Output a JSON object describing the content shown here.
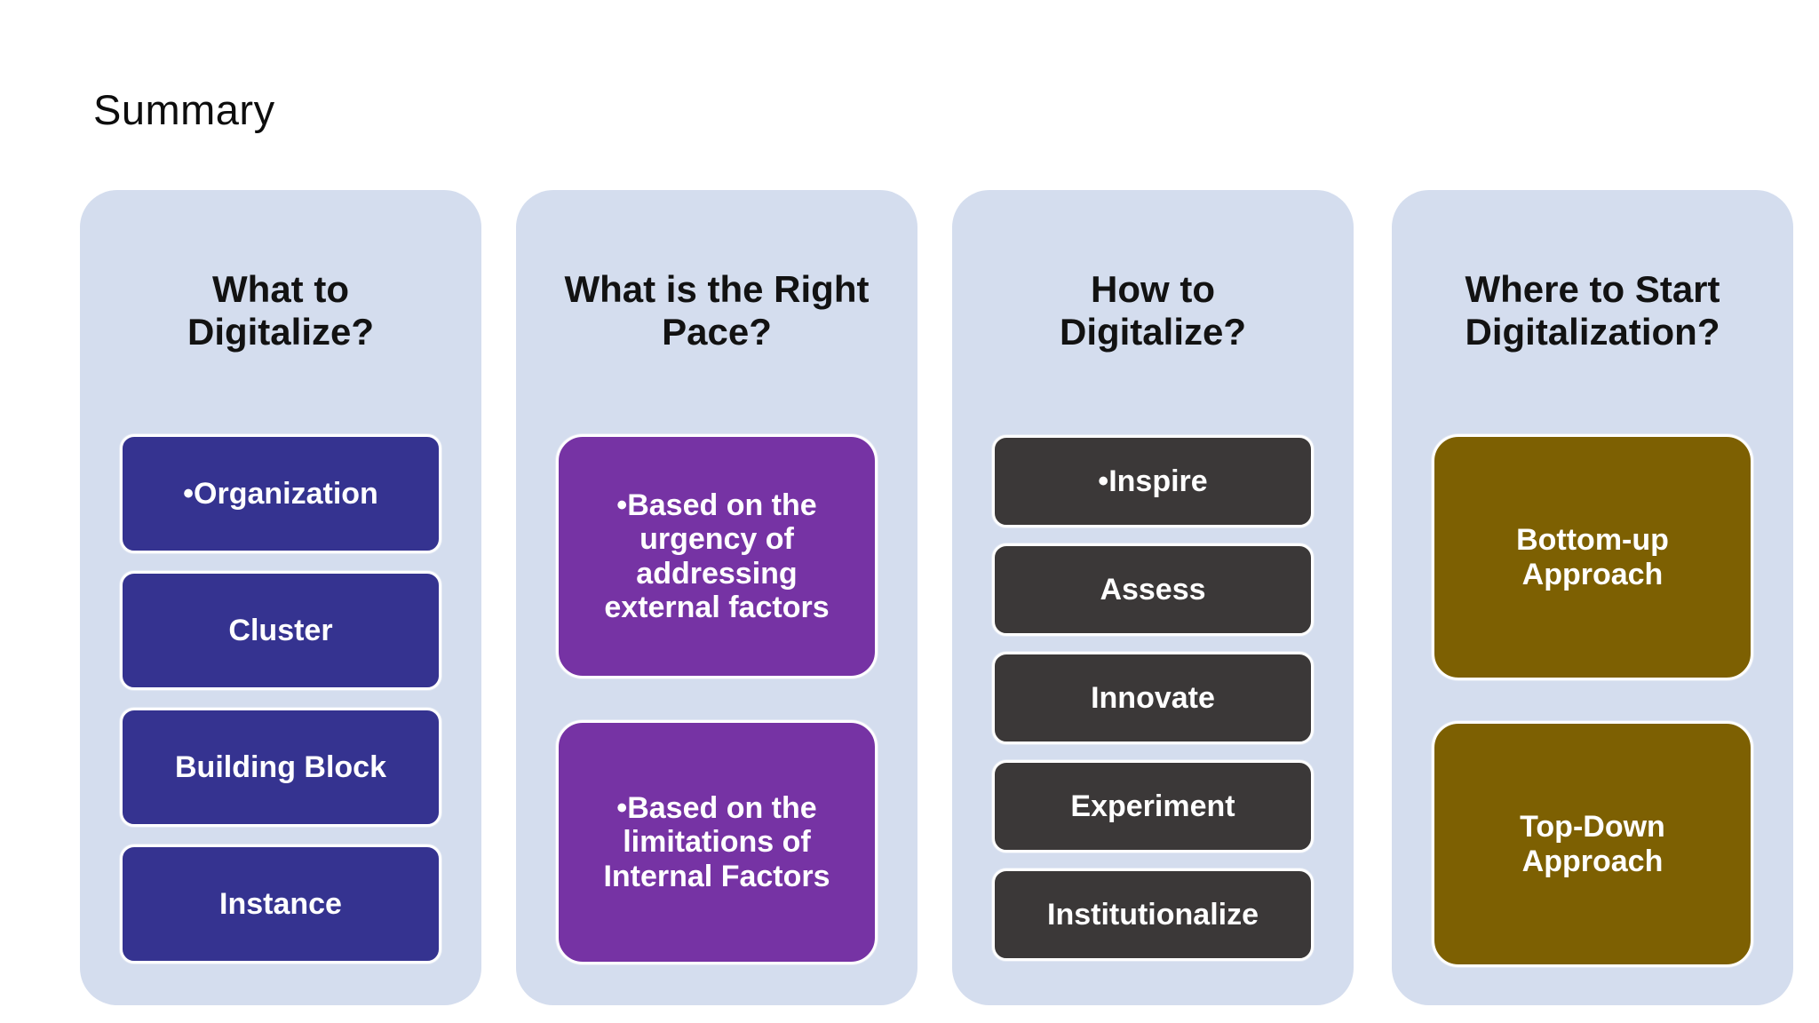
{
  "slide": {
    "title": "Summary",
    "colors": {
      "page_background": "#FFFFFF",
      "column_background": "#D4DDEE",
      "header_text": "#121212",
      "box_text": "#FFFFFF",
      "box_border": "#FFFFFF",
      "col1_box_fill": "#353390",
      "col2_box_fill": "#7633A4",
      "col3_box_fill": "#3B3838",
      "col4_box_fill": "#7D6002"
    },
    "columns": [
      {
        "id": "what-to-digitalize",
        "header": "What to\nDigitalize?",
        "boxes": [
          "•Organization",
          "Cluster",
          "Building Block",
          "Instance"
        ]
      },
      {
        "id": "what-is-the-right-pace",
        "header": "What is the Right\nPace?",
        "boxes": [
          "•Based on the\nurgency of\naddressing\nexternal factors",
          "•Based on the\nlimitations of\nInternal Factors"
        ]
      },
      {
        "id": "how-to-digitalize",
        "header": "How to\nDigitalize?",
        "boxes": [
          "•Inspire",
          "Assess",
          "Innovate",
          "Experiment",
          "Institutionalize"
        ]
      },
      {
        "id": "where-to-start-digitalization",
        "header": "Where to Start\nDigitalization?",
        "boxes": [
          "Bottom-up\nApproach",
          "Top-Down\nApproach"
        ]
      }
    ]
  }
}
